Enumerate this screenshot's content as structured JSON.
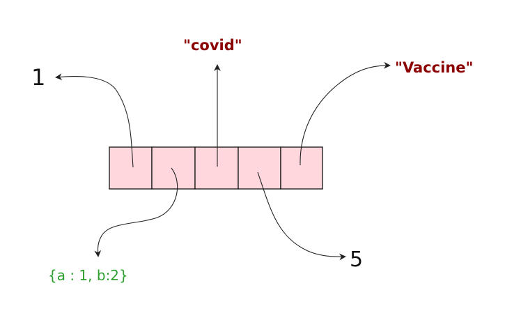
{
  "colors": {
    "cell_fill": "#ffd7dd",
    "cell_border": "#222222",
    "arrow": "#222222",
    "string_value": "#8b0000",
    "object_value": "#2e9e2e",
    "number_value": "#111111"
  },
  "array": {
    "cell_count": 5
  },
  "values": {
    "v1": "1",
    "v2": "{a : 1, b:2}",
    "v3": "\"covid\"",
    "v4": "5",
    "v5": "\"Vaccine\""
  }
}
